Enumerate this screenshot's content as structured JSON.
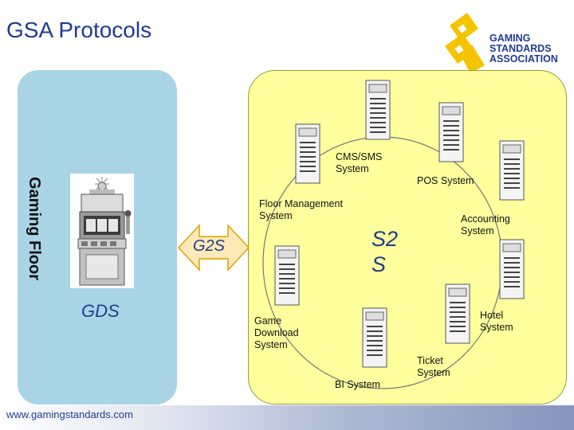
{
  "title": "GSA Protocols",
  "logo": {
    "line1": "GAMING",
    "line2": "STANDARDS",
    "line3": "ASSOCIATION"
  },
  "gaming_floor": {
    "label": "Gaming Floor",
    "protocol": "GDS"
  },
  "link_protocol": "G2S",
  "system_protocol": "S2\nS",
  "nodes": {
    "cms_sms": "CMS/SMS\nSystem",
    "pos": "POS System",
    "floor_mgmt": "Floor Management\nSystem",
    "accounting": "Accounting\nSystem",
    "game_download": "Game\nDownload\nSystem",
    "hotel": "Hotel\nSystem",
    "ticket": "Ticket\nSystem",
    "bi": "BI System"
  },
  "footer": {
    "url": "www.gamingstandards.com"
  },
  "colors": {
    "title_blue": "#1f3c8f",
    "floor_panel": "#a9d4e6",
    "system_panel": "#ffff9e",
    "logo_yellow": "#f5c400"
  }
}
